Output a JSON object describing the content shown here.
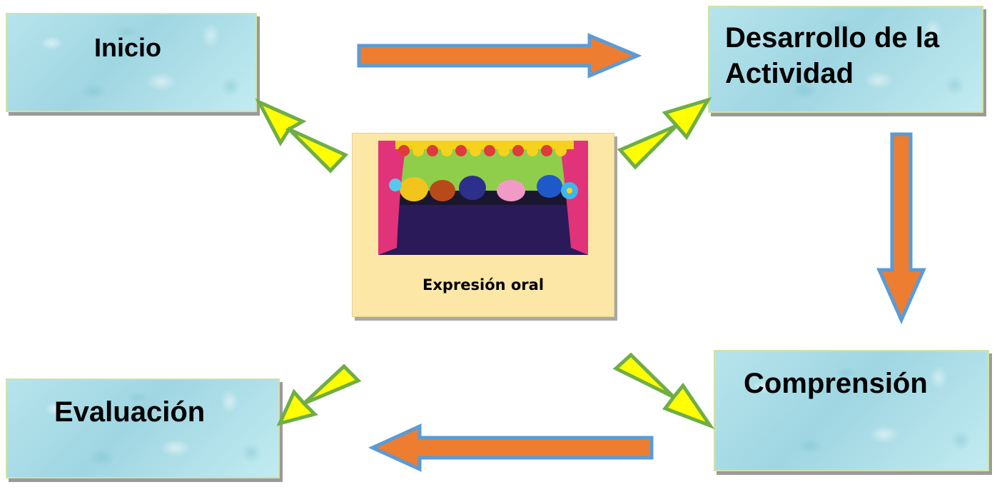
{
  "boxes": {
    "inicio": "Inicio",
    "desarrollo": "Desarrollo de la Actividad",
    "comprension": "Comprensión",
    "evaluacion": "Evaluación"
  },
  "center": {
    "caption": "Expresión oral"
  },
  "colors": {
    "box_fill": "#a8dce6",
    "center_fill": "#fde7a6",
    "flow_arrow_fill": "#ed7d31",
    "flow_arrow_outline": "#5b9bd5",
    "pointer_arrow_fill": "#ffff00",
    "pointer_arrow_outline": "#70ad47"
  },
  "icons": {
    "photo": "puppet-theater-photo",
    "flow_arrows": "block-arrow-icon",
    "pointer_arrows": "block-arrow-icon"
  }
}
